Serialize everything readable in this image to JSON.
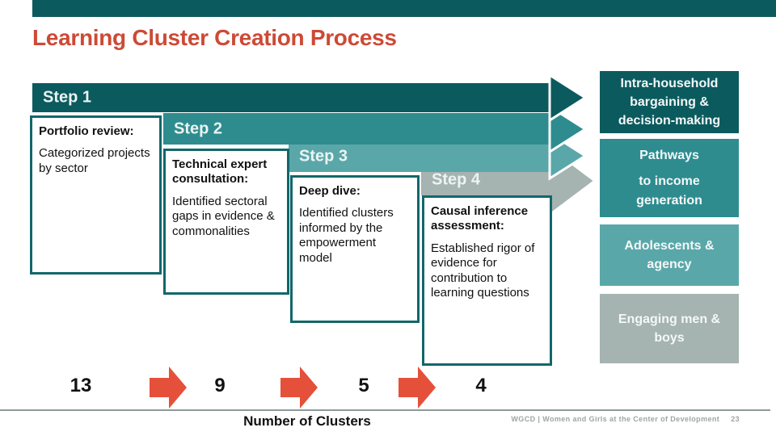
{
  "slide": {
    "title": "Learning Cluster Creation Process",
    "footer_text": "WGCD  |  Women and Girls at the Center of Development",
    "page_number": "23"
  },
  "colors": {
    "step1_dark_teal": "#0B5A5E",
    "step2_teal": "#2E8C8F",
    "step3_light_teal": "#5AA7A9",
    "step4_gray": "#A5B3B1",
    "title_red": "#CD4A35",
    "flow_arrow_red": "#E5503A",
    "box_border_teal": "#12676A"
  },
  "steps": [
    {
      "label": "Step 1",
      "heading": "Portfolio review:",
      "body": "Categorized projects by sector"
    },
    {
      "label": "Step 2",
      "heading": "Technical expert consultation:",
      "body": "Identified sectoral gaps in evidence & commonalities"
    },
    {
      "label": "Step 3",
      "heading": "Deep dive:",
      "body": "Identified clusters informed by the empowerment model"
    },
    {
      "label": "Step 4",
      "heading": "Causal inference assessment:",
      "body": "Established rigor of evidence for contribution to learning questions"
    }
  ],
  "outcome_boxes": [
    {
      "text": "Intra-household bargaining & decision-making"
    },
    {
      "text": "Pathways",
      "text2": "to income generation"
    },
    {
      "text": "Adolescents & agency"
    },
    {
      "text": "Engaging men & boys"
    }
  ],
  "cluster_flow": {
    "values": [
      "13",
      "9",
      "5",
      "4"
    ],
    "axis_label": "Number of Clusters"
  }
}
